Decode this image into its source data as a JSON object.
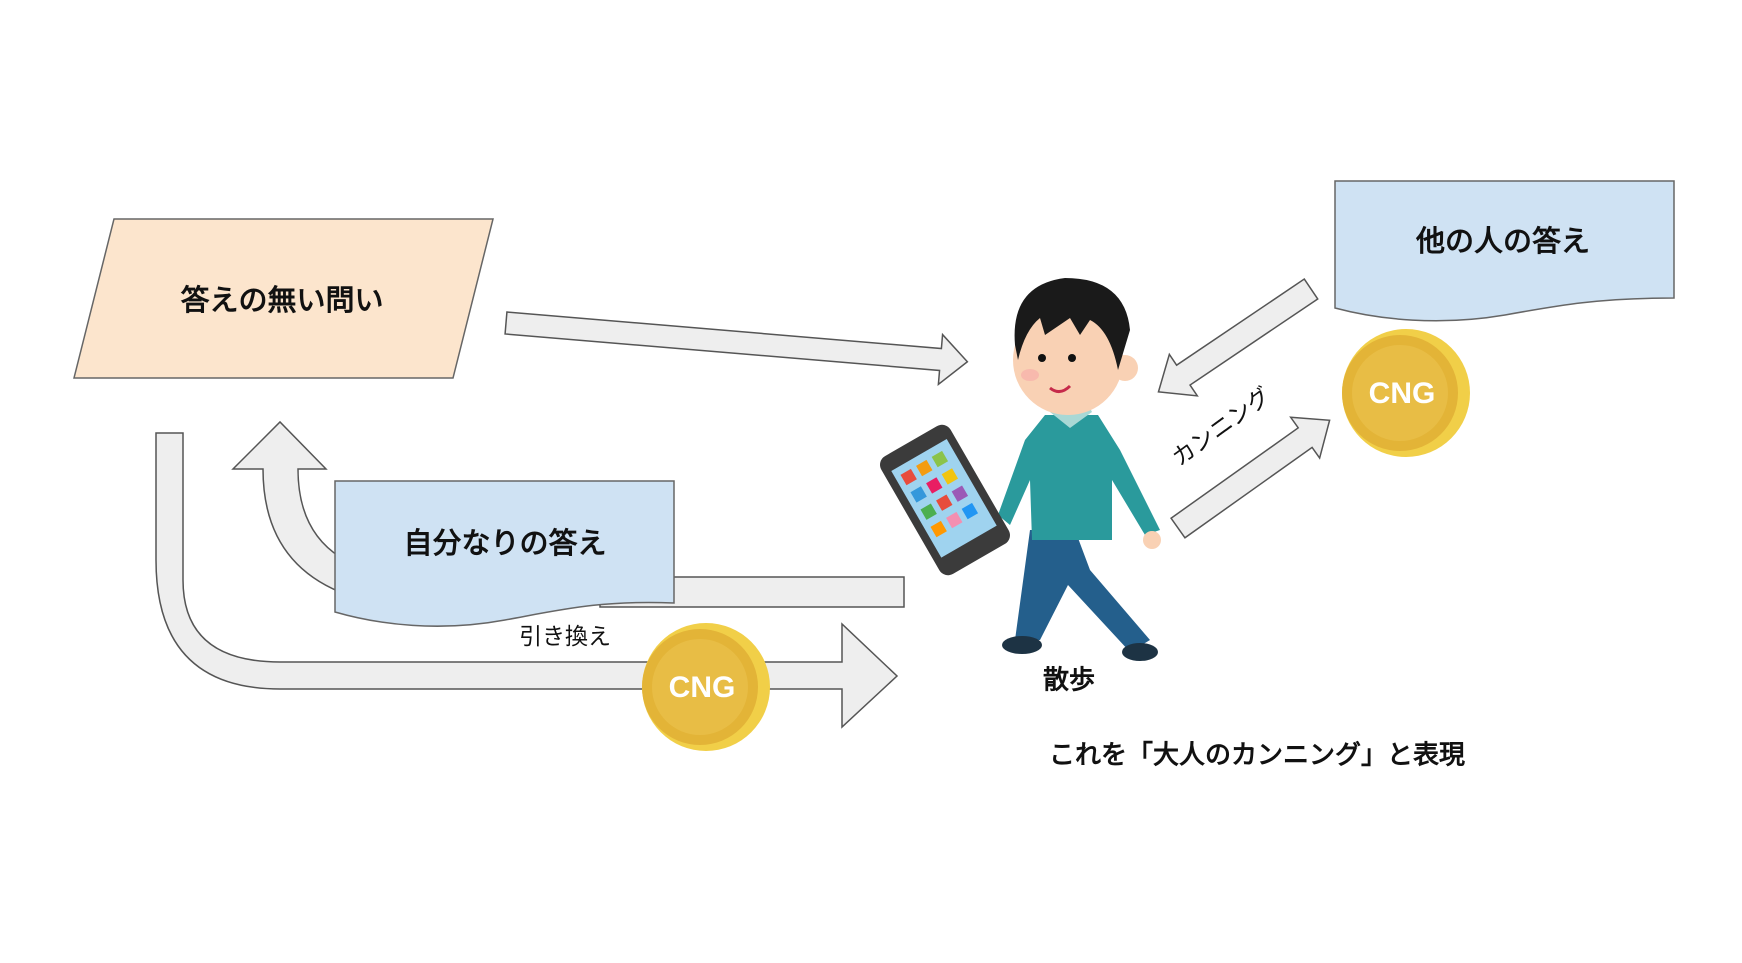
{
  "shapes": {
    "question": "答えの無い問い",
    "own_answer": "自分なりの答え",
    "others_answer": "他の人の答え"
  },
  "labels": {
    "exchange": "引き換え",
    "cheating": "カンニング",
    "walk": "散歩",
    "caption": "これを「大人のカンニング」と表現"
  },
  "coins": {
    "left": "CNG",
    "right": "CNG"
  },
  "colors": {
    "question_fill": "#fce5cd",
    "answer_fill": "#cfe2f3",
    "arrow_fill": "#eeeeee",
    "coin": "#e6b838"
  }
}
